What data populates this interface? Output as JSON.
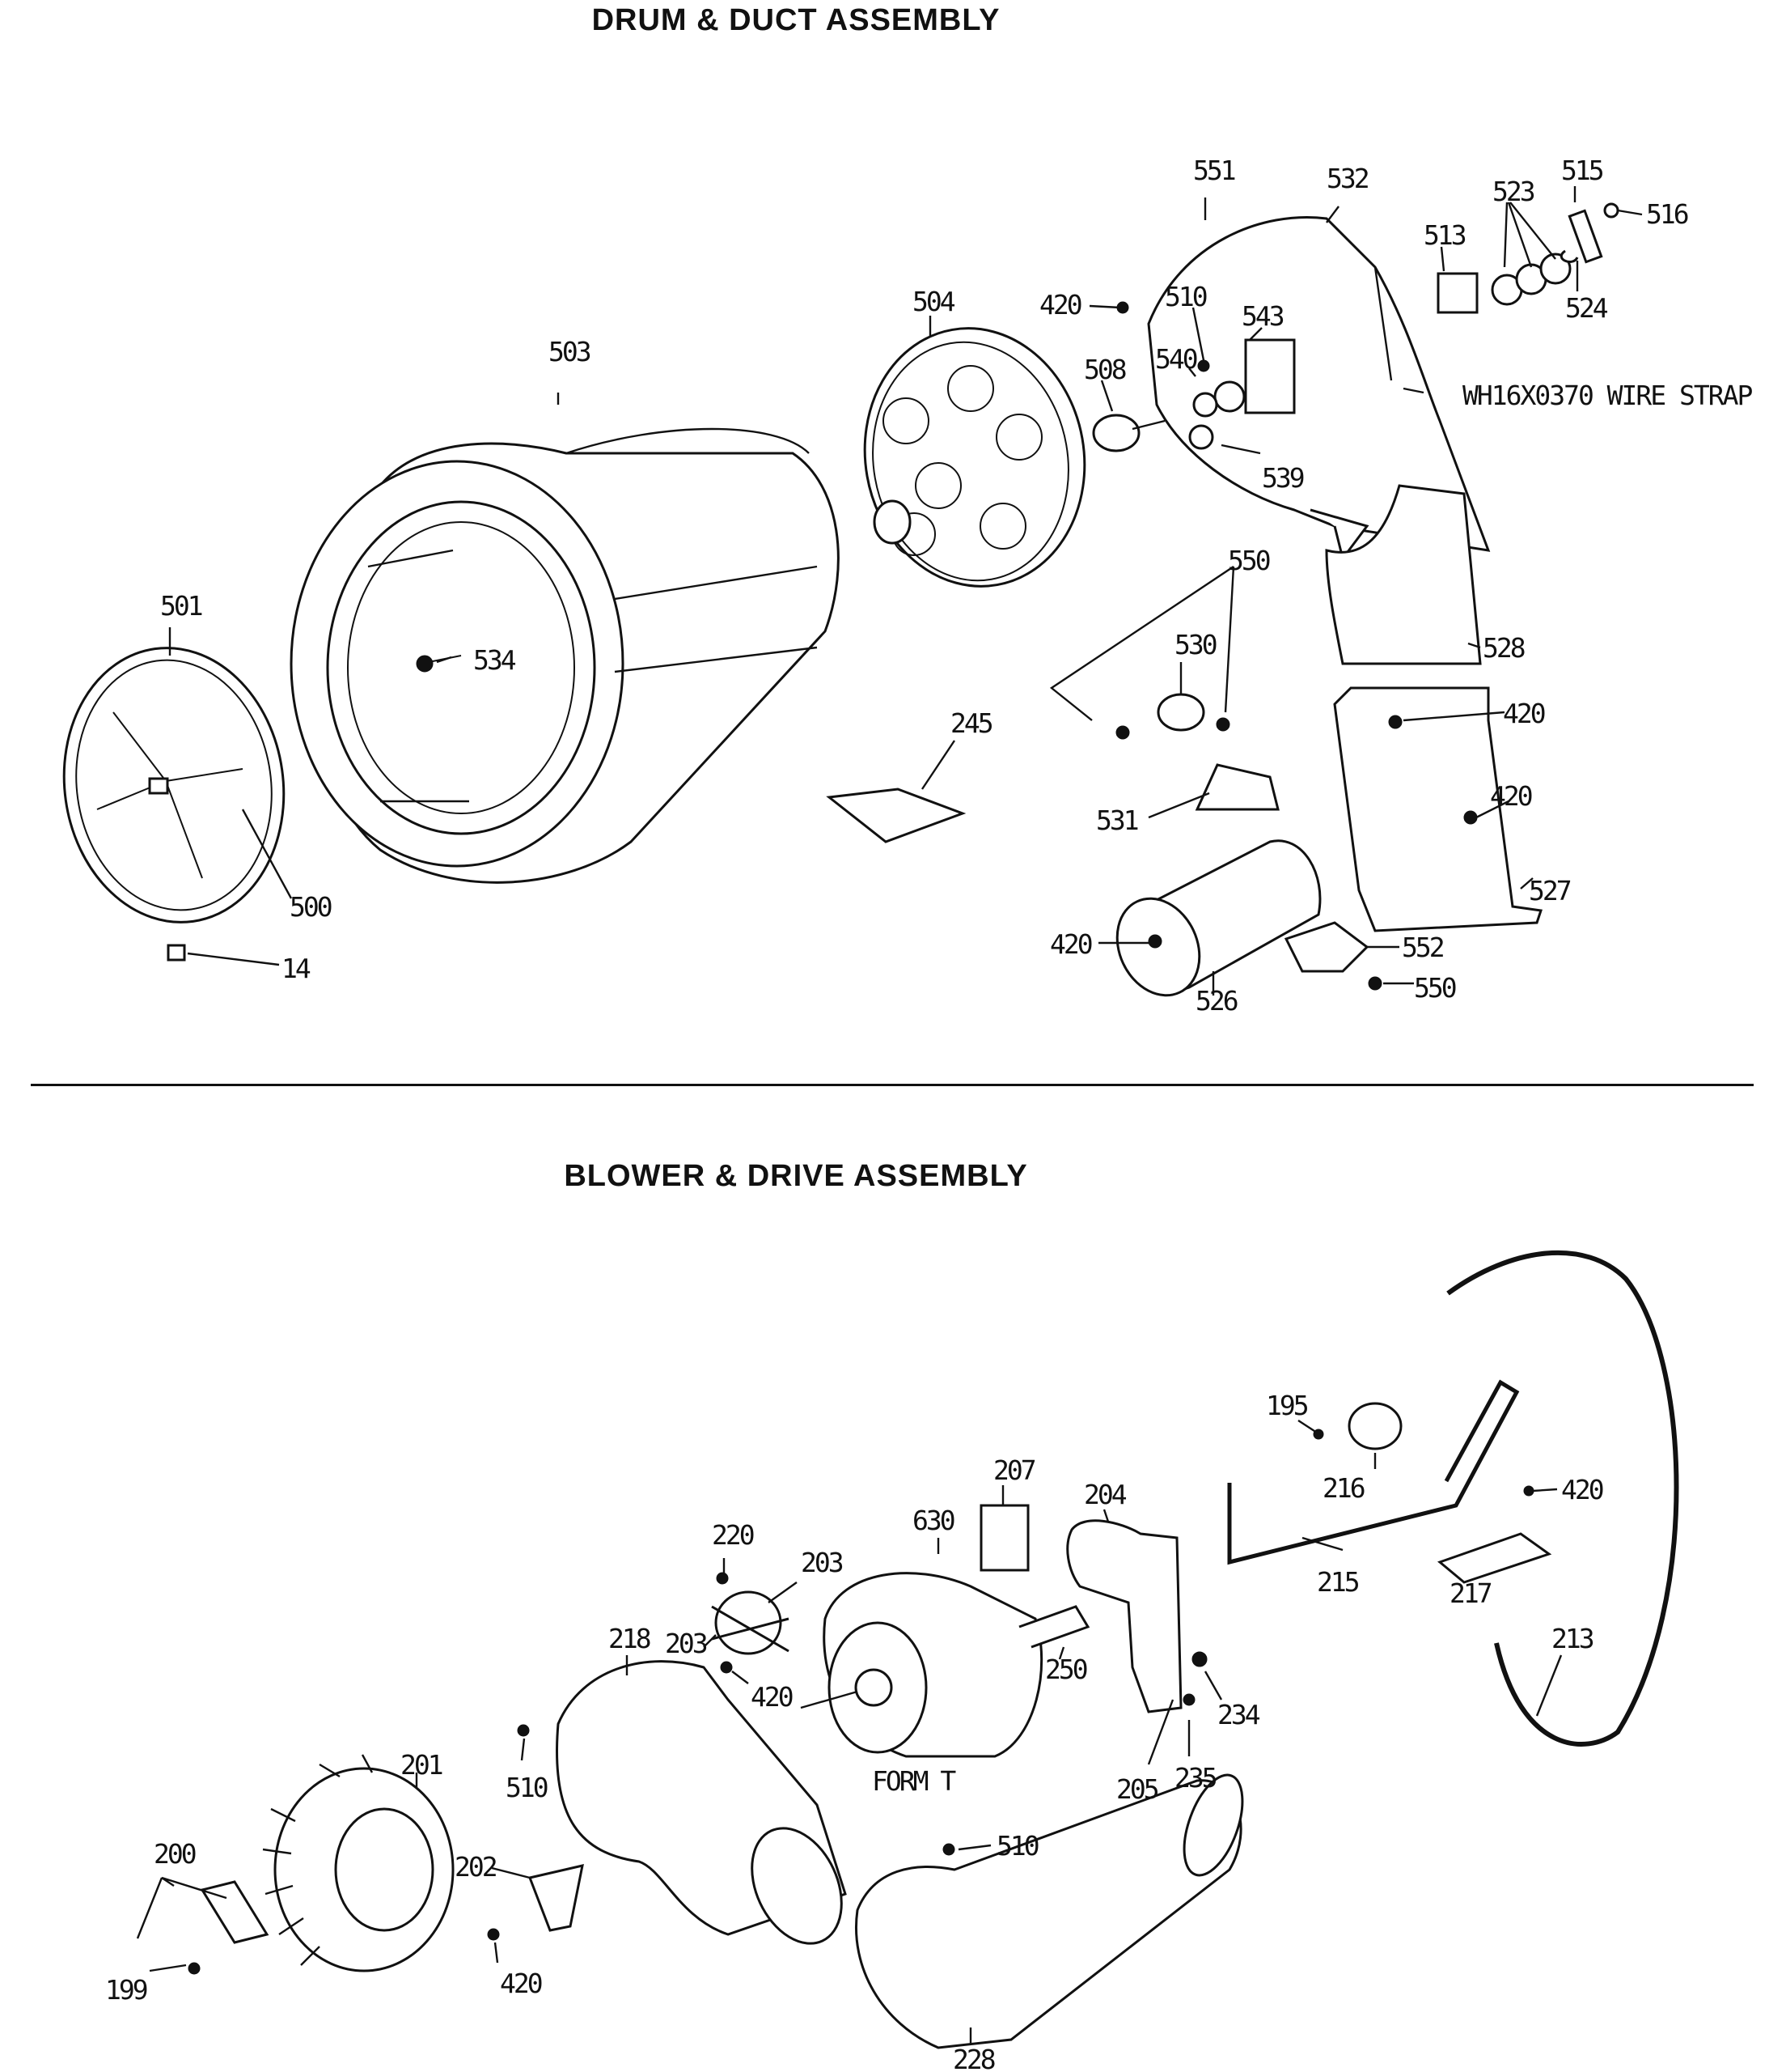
{
  "titles": {
    "top": "DRUM & DUCT ASSEMBLY",
    "bottom": "BLOWER & DRIVE ASSEMBLY"
  },
  "drum_labels": [
    "551",
    "532",
    "515",
    "523",
    "516",
    "513",
    "524",
    "420",
    "510",
    "543",
    "504",
    "540",
    "508",
    "WH16X0370 WIRE STRAP",
    "503",
    "539",
    "550",
    "501",
    "534",
    "530",
    "528",
    "420",
    "245",
    "420",
    "531",
    "527",
    "500",
    "420",
    "552",
    "14",
    "526",
    "550"
  ],
  "blower_labels": [
    "195",
    "216",
    "420",
    "207",
    "204",
    "215",
    "217",
    "630",
    "220",
    "203",
    "213",
    "218",
    "203",
    "250",
    "420",
    "234",
    "510",
    "201",
    "FORM T",
    "205",
    "235",
    "200",
    "202",
    "510",
    "420",
    "199",
    "228"
  ]
}
